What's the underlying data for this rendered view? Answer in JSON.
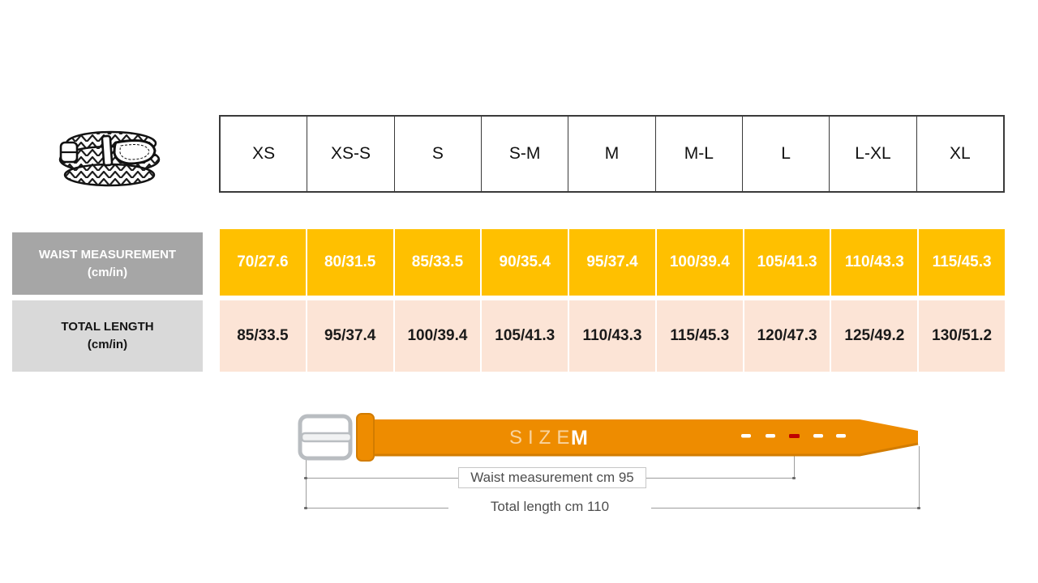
{
  "header": {
    "sizes": [
      "XS",
      "XS-S",
      "S",
      "S-M",
      "M",
      "M-L",
      "L",
      "L-XL",
      "XL"
    ]
  },
  "rows": [
    {
      "label": "WAIST MEASUREMENT",
      "unit": "(cm/in)",
      "values": [
        "70/27.6",
        "80/31.5",
        "85/33.5",
        "90/35.4",
        "95/37.4",
        "100/39.4",
        "105/41.3",
        "110/43.3",
        "115/45.3"
      ]
    },
    {
      "label": "TOTAL LENGTH",
      "unit": "(cm/in)",
      "values": [
        "85/33.5",
        "95/37.4",
        "100/39.4",
        "105/41.3",
        "110/43.3",
        "115/45.3",
        "120/47.3",
        "125/49.2",
        "130/51.2"
      ]
    }
  ],
  "diagram": {
    "size_label": "SIZE",
    "size_value": "M",
    "waist_annotation": "Waist measurement cm 95",
    "length_annotation": "Total length cm 110"
  },
  "colors": {
    "waist_row_bg": "#FFC000",
    "length_row_bg": "#FCE4D6",
    "waist_label_bg": "#A6A6A6",
    "length_label_bg": "#D9D9D9",
    "belt_orange": "#EE8C00",
    "belt_shadow": "#D27C00",
    "hole_red": "#C00000",
    "header_border": "#3A3A3A"
  },
  "chart_data": {
    "type": "table",
    "title": "Belt size chart",
    "categories": [
      "XS",
      "XS-S",
      "S",
      "S-M",
      "M",
      "M-L",
      "L",
      "L-XL",
      "XL"
    ],
    "series": [
      {
        "name": "WAIST MEASUREMENT (cm/in)",
        "values": [
          "70/27.6",
          "80/31.5",
          "85/33.5",
          "90/35.4",
          "95/37.4",
          "100/39.4",
          "105/41.3",
          "110/43.3",
          "115/45.3"
        ]
      },
      {
        "name": "TOTAL LENGTH (cm/in)",
        "values": [
          "85/33.5",
          "95/37.4",
          "100/39.4",
          "105/41.3",
          "110/43.3",
          "115/45.3",
          "120/47.3",
          "125/49.2",
          "130/51.2"
        ]
      }
    ],
    "annotations": [
      "SIZE M",
      "Waist measurement cm 95",
      "Total length cm 110"
    ],
    "example": {
      "size": "M",
      "waist_cm": 95,
      "total_length_cm": 110
    }
  }
}
